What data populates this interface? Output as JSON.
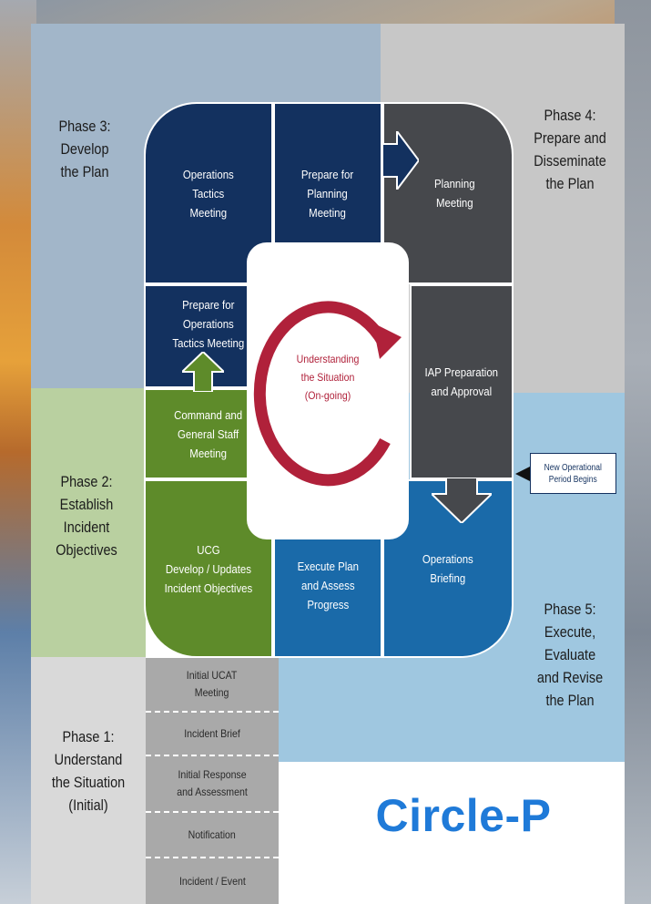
{
  "phases": {
    "phase3": [
      "Phase 3:",
      "Develop",
      "the Plan"
    ],
    "phase4": [
      "Phase 4:",
      "Prepare and",
      "Disseminate",
      "the Plan"
    ],
    "phase2": [
      "Phase 2:",
      "Establish",
      "Incident",
      "Objectives"
    ],
    "phase5": [
      "Phase 5:",
      "Execute,",
      "Evaluate",
      "and Revise",
      "the Plan"
    ],
    "phase1": [
      "Phase 1:",
      "Understand",
      "the Situation",
      "(Initial)"
    ]
  },
  "boxes": {
    "ops_tactics_meeting": [
      "Operations",
      "Tactics",
      "Meeting"
    ],
    "prepare_planning_meeting": [
      "Prepare for",
      "Planning",
      "Meeting"
    ],
    "planning_meeting": [
      "Planning",
      "Meeting"
    ],
    "prepare_ops_tactics_meeting": [
      "Prepare for",
      "Operations",
      "Tactics Meeting"
    ],
    "iap_prep": [
      "IAP Preparation",
      "and Approval"
    ],
    "command_staff_meeting": [
      "Command and",
      "General Staff",
      "Meeting"
    ],
    "ics_objectives": [
      "UCG",
      "Develop / Updates",
      "Incident Objectives"
    ],
    "execute_plan": [
      "Execute Plan",
      "and Assess",
      "Progress"
    ],
    "ops_briefing": [
      "Operations",
      "Briefing"
    ]
  },
  "initial_steps": [
    [
      "Initial UCAT",
      "Meeting"
    ],
    [
      "Incident Brief"
    ],
    [
      "Initial Response",
      "and Assessment"
    ],
    [
      "Notification"
    ],
    [
      "Incident / Event"
    ]
  ],
  "center_label": [
    "Understanding",
    "the Situation",
    "(On-going)"
  ],
  "new_period_label": [
    "New Operational",
    "Period Begins"
  ],
  "brand_title": "Circle-P",
  "colors": {
    "navy": "#13315f",
    "gray": "#46484c",
    "green": "#5e8b2a",
    "blue": "#1a6aa9",
    "cycle_red": "#b0213a",
    "brand_blue": "#1f7ad8"
  }
}
